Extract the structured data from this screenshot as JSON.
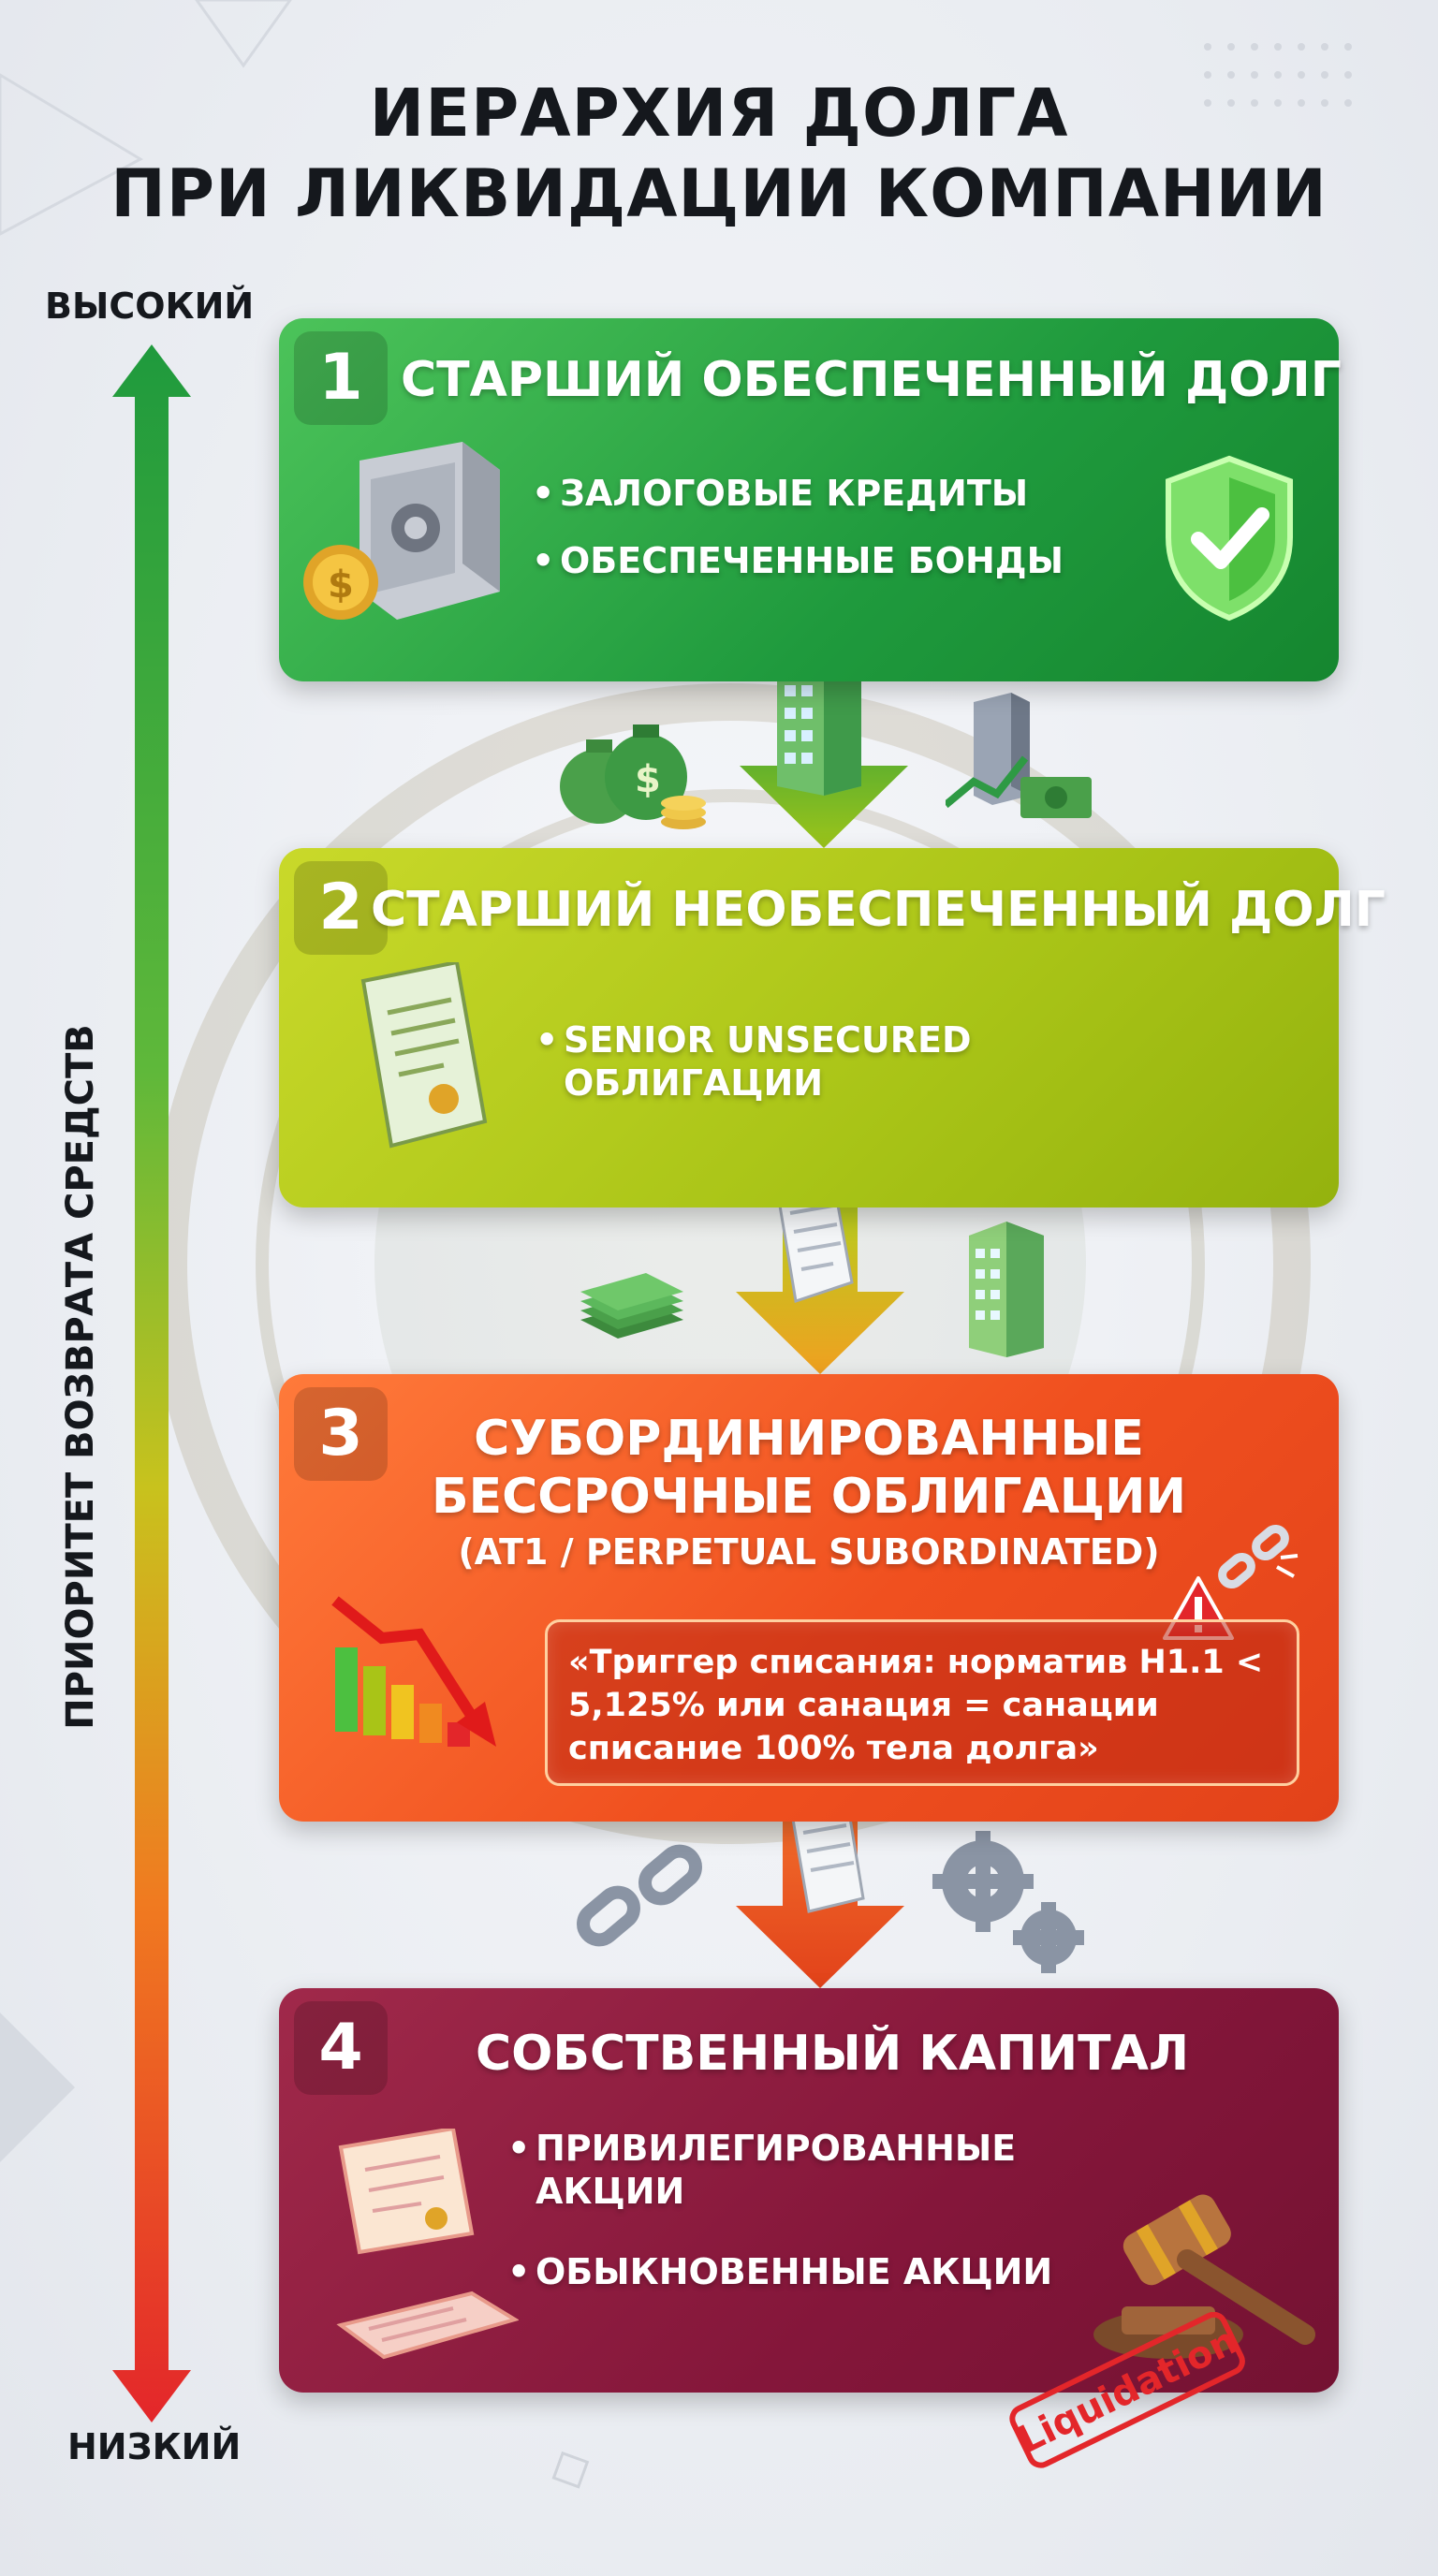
{
  "title": {
    "line1": "ИЕРАРХИЯ ДОЛГА",
    "line2": "ПРИ ЛИКВИДАЦИИ КОМПАНИИ"
  },
  "axis": {
    "high": "ВЫСОКИЙ",
    "low": "НИЗКИЙ",
    "label": "ПРИОРИТЕТ ВОЗВРАТА СРЕДСТВ"
  },
  "tiers": [
    {
      "number": "1",
      "title": "СТАРШИЙ ОБЕСПЕЧЕННЫЙ ДОЛГ",
      "bullets": [
        "ЗАЛОГОВЫЕ КРЕДИТЫ",
        "ОБЕСПЕЧЕННЫЕ БОНДЫ"
      ],
      "color": "#1f9a3d"
    },
    {
      "number": "2",
      "title": "СТАРШИЙ НЕОБЕСПЕЧЕННЫЙ ДОЛГ",
      "bullets": [
        "SENIOR UNSECURED ОБЛИГАЦИИ"
      ],
      "color": "#a9c417"
    },
    {
      "number": "3",
      "title_line1": "СУБОРДИНИРОВАННЫЕ",
      "title_line2": "БЕССРОЧНЫЕ ОБЛИГАЦИИ",
      "subtitle": "(AT1 / PERPETUAL SUBORDINATED)",
      "trigger": "«Триггер списания: норматив Н1.1 < 5,125% или санация = санации списание 100% тела долга»",
      "color": "#f0501f"
    },
    {
      "number": "4",
      "title": "СОБСТВЕННЫЙ КАПИТАЛ",
      "bullets": [
        "ПРИВИЛЕГИРОВАННЫЕ АКЦИИ",
        "ОБЫКНОВЕННЫЕ АКЦИИ"
      ],
      "color": "#84163a"
    }
  ],
  "stamp": "Liquidation",
  "icons": {
    "tier1_left": "safe-with-coin-icon",
    "tier1_right": "shield-check-icon",
    "tier2_left": "certificate-icon",
    "tier3_left": "falling-bar-chart-icon",
    "tier3_alert": "warning-icon",
    "tier3_chain": "broken-chain-icon",
    "tier4_left": "stock-certificate-icon",
    "tier4_right": "gavel-icon"
  }
}
